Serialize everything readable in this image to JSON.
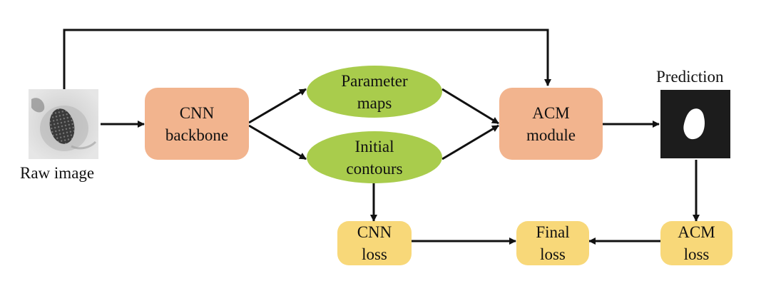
{
  "raw_image": {
    "caption": "Raw image"
  },
  "prediction": {
    "caption": "Prediction"
  },
  "nodes": {
    "cnn_backbone": {
      "line1": "CNN",
      "line2": "backbone"
    },
    "parameter_maps": {
      "line1": "Parameter",
      "line2": "maps"
    },
    "initial_contours": {
      "line1": "Initial",
      "line2": "contours"
    },
    "acm_module": {
      "line1": "ACM",
      "line2": "module"
    },
    "cnn_loss": {
      "line1": "CNN",
      "line2": "loss"
    },
    "final_loss": {
      "line1": "Final",
      "line2": "loss"
    },
    "acm_loss": {
      "line1": "ACM",
      "line2": "loss"
    }
  },
  "colors": {
    "module_fill": "#F2B48E",
    "map_fill": "#A9CC4C",
    "loss_fill": "#F8D879",
    "arrow": "#111111"
  }
}
